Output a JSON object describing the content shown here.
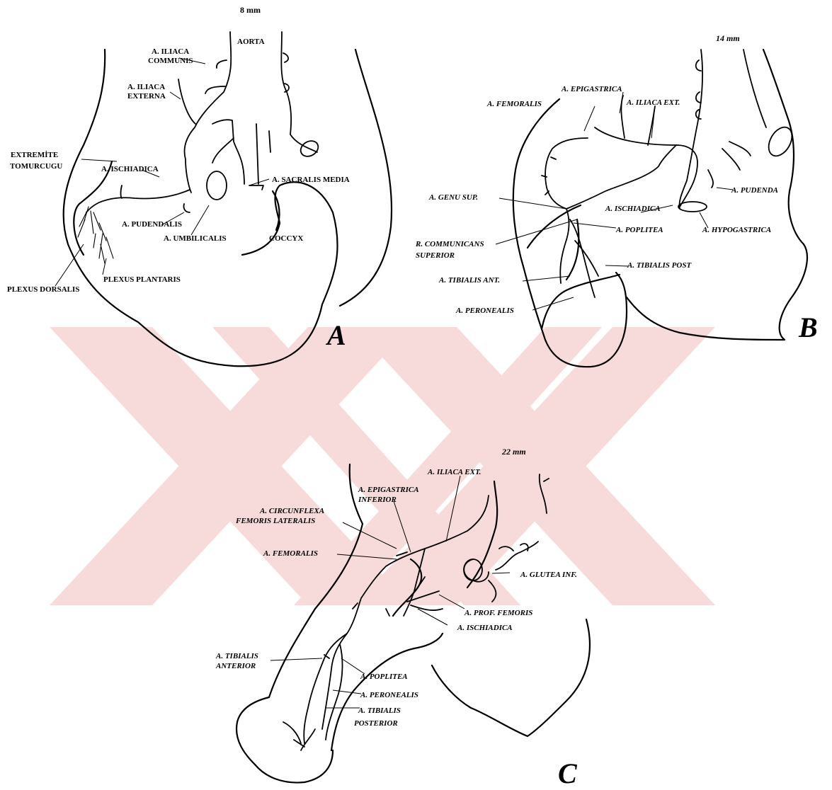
{
  "panel_a": {
    "scale": "8 mm",
    "letter": "A",
    "labels": {
      "aorta": "AORTA",
      "iliaca_communis_1": "A. ILIACA",
      "iliaca_communis_2": "COMMUNIS",
      "iliaca_externa_1": "A. ILIACA",
      "iliaca_externa_2": "EXTERNA",
      "extremite_1": "EXTREMİTE",
      "extremite_2": "TOMURCUGU",
      "ischiadica": "A. ISCHIADICA",
      "sacralis_media": "A. SACRALIS MEDIA",
      "pudendalis": "A. PUDENDALIS",
      "umbilicalis": "A. UMBILICALIS",
      "coccyx": "COCCYX",
      "plexus_plantaris": "PLEXUS PLANTARIS",
      "plexus_dorsalis": "PLEXUS DORSALIS"
    }
  },
  "panel_b": {
    "scale": "14 mm",
    "letter": "B",
    "labels": {
      "epigastrica": "A. EPIGASTRICA",
      "femoralis": "A. FEMORALIS",
      "iliaca_ext": "A. ILIACA EXT.",
      "genu_sup": "A. GENU SUP.",
      "pudenda": "A. PUDENDA",
      "ischiadica": "A. ISCHIADICA",
      "hypogastrica": "A. HYPOGASTRICA",
      "poplitea": "A. POPLITEA",
      "communicans_1": "R. COMMUNICANS",
      "communicans_2": "SUPERIOR",
      "tibialis_post": "A. TIBIALIS POST",
      "tibialis_ant": "A. TIBIALIS ANT.",
      "peronealis": "A. PERONEALIS"
    }
  },
  "panel_c": {
    "scale": "22 mm",
    "letter": "C",
    "labels": {
      "iliaca_ext": "A. ILIACA EXT.",
      "epigastrica_1": "A. EPIGASTRICA",
      "epigastrica_2": "INFERIOR",
      "circumflexa_1": "A. CIRCUNFLEXA",
      "circumflexa_2": "FEMORIS LATERALIS",
      "femoralis": "A. FEMORALIS",
      "glutea_inf": "A. GLUTEA INF.",
      "prof_femoris": "A. PROF. FEMORIS",
      "ischiadica": "A. ISCHIADICA",
      "tibialis_anterior_1": "A. TIBIALIS",
      "tibialis_anterior_2": "ANTERIOR",
      "poplitea": "A. POPLITEA",
      "peronealis": "A. PERONEALIS",
      "tibialis_posterior_1": "A. TIBIALIS",
      "tibialis_posterior_2": "POSTERIOR"
    }
  },
  "watermark_color": "#f7d6d6"
}
